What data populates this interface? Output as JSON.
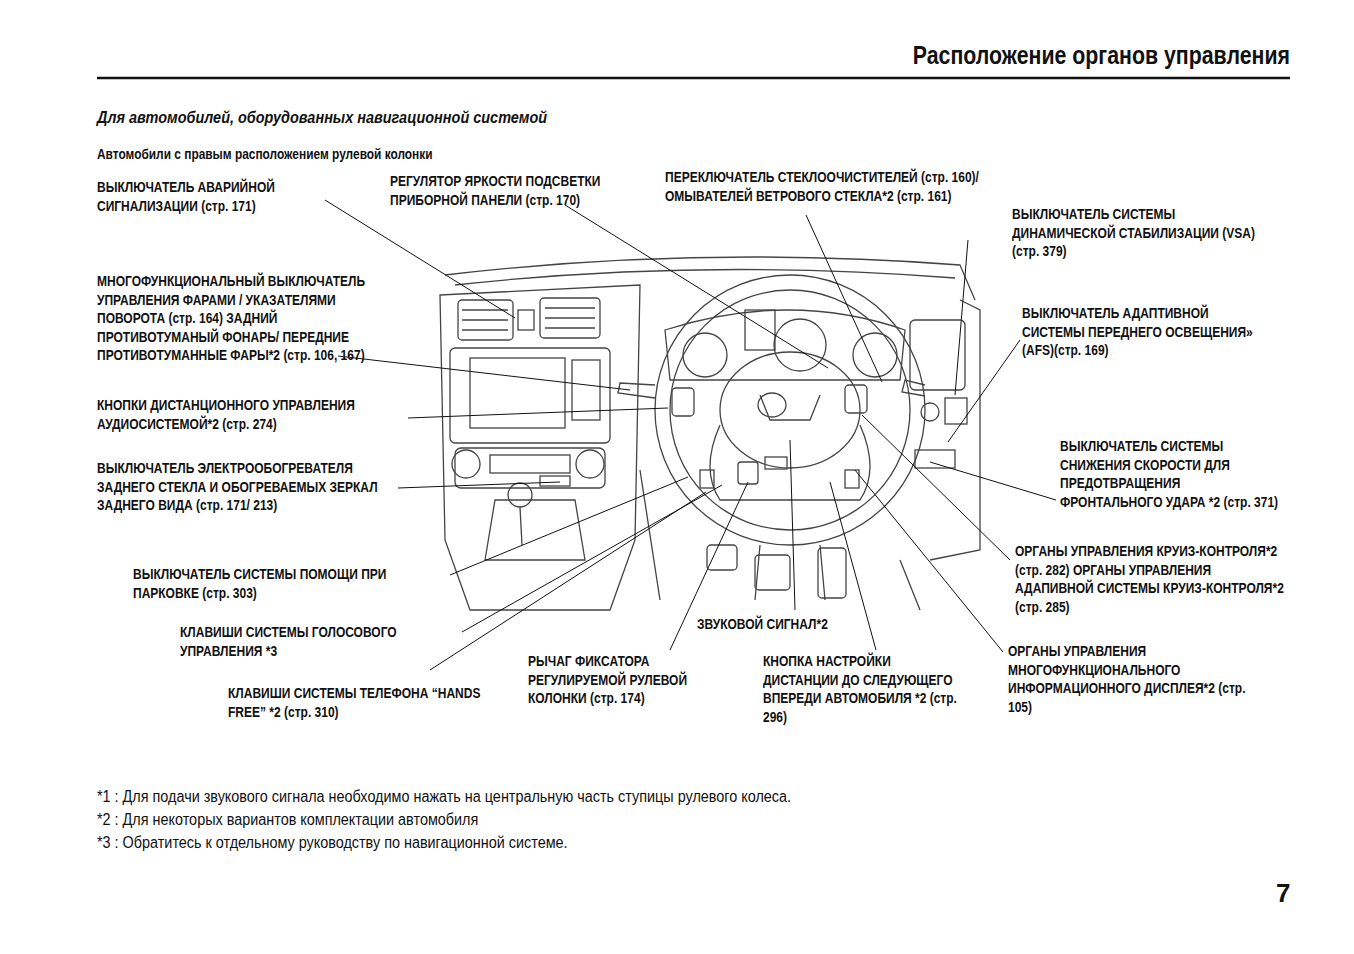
{
  "diagram": {
    "title": "Расположение органов управления",
    "labels": [
      "Для автомобилей, оборудованных навигационной системой",
      "Автомобили с правым расположением рулевой колонки",
      "ВЫКЛЮЧАТЕЛЬ АВАРИЙНОЙ СИГНАЛИЗАЦИИ (стр. 171)",
      "РЕГУЛЯТОР ЯРКОСТИ ПОДСВЕТКИ ПРИБОРНОЙ ПАНЕЛИ (стр. 170)",
      "ПЕРЕКЛЮЧАТЕЛЬ СТЕКЛООЧИСТИТЕЛЕЙ (стр. 160)/ ОМЫВАТЕЛЕЙ ВЕТРОВОГО СТЕКЛА*2 (стр. 161)",
      "ВЫКЛЮЧАТЕЛЬ СИСТЕМЫ ДИНАМИЧЕСКОЙ СТАБИЛИЗАЦИИ (VSA) (стр. 379)",
      "МНОГОФУНКЦИОНАЛЬНЫЙ ВЫКЛЮЧАТЕЛЬ УПРАВЛЕНИЯ ФАРАМИ / УКАЗАТЕЛЯМИ ПОВОРОТА (стр. 164) ЗАДНИЙ ПРОТИВОТУМАНЫЙ ФОНАРЬ/ ПЕРЕДНИЕ ПРОТИВОТУМАННЫЕ ФАРЫ*2 (стр. 106, 167)",
      "ВЫКЛЮЧАТЕЛЬ АДАПТИВНОЙ СИСТЕМЫ ПЕРЕДНЕГО ОСВЕЩЕНИЯ» (AFS)(стр. 169)",
      "КНОПКИ ДИСТАНЦИОННОГО УПРАВЛЕНИЯ АУДИОСИСТЕМОЙ*2 (стр. 274)",
      "ВЫКЛЮЧАТЕЛЬ СИСТЕМЫ СНИЖЕНИЯ СКОРОСТИ ДЛЯ ПРЕДОТВРАЩЕНИЯ ФРОНТАЛЬНОГО УДАРА *2 (стр. 371)",
      "ВЫКЛЮЧАТЕЛЬ ЭЛЕКТРООБОГРЕВАТЕЛЯ ЗАДНЕГО СТЕКЛА И ОБОГРЕВАЕМЫХ ЗЕРКАЛ ЗАДНЕГО ВИДА (стр. 171/ 213)",
      "ОРГАНЫ УПРАВЛЕНИЯ КРУИЗ-КОНТРОЛЯ*2 (стр. 282) ОРГАНЫ УПРАВЛЕНИЯ АДАПИВНОЙ СИСТЕМЫ КРУИЗ-КОНТРОЛЯ*2 (стр. 285)",
      "ВЫКЛЮЧАТЕЛЬ СИСТЕМЫ ПОМОЩИ ПРИ ПАРКОВКЕ (стр. 303)",
      "ЗВУКОВОЙ СИГНАЛ*2",
      "КЛАВИШИ СИСТЕМЫ ГОЛОСОВОГО УПРАВЛЕНИЯ *3",
      "ОРГАНЫ УПРАВЛЕНИЯ МНОГОФУНКЦИОНАЛЬНОГО ИНФОРМАЦИОННОГО ДИСПЛЕЯ*2 (стр. 105)",
      "РЫЧАГ ФИКСАТОРА РЕГУЛИРУЕМОЙ РУЛЕВОЙ КОЛОНКИ (стр. 174)",
      "КНОПКА НАСТРОЙКИ ДИСТАНЦИИ ДО СЛЕДУЮЩЕГО ВПЕРЕДИ АВТОМОБИЛЯ *2 (стр. 296)",
      "КЛАВИШИ СИСТЕМЫ ТЕЛЕФОНА “HANDS FREE” *2 (стр. 310)",
      "*1 : Для подачи звукового сигнала необходимо нажать на центральную часть ступицы рулевого колеса.",
      "*2 : Для некоторых вариантов комплектации автомобиля",
      "*3 : Обратитесь к отдельному руководству по навигационной системе.",
      "7"
    ]
  }
}
